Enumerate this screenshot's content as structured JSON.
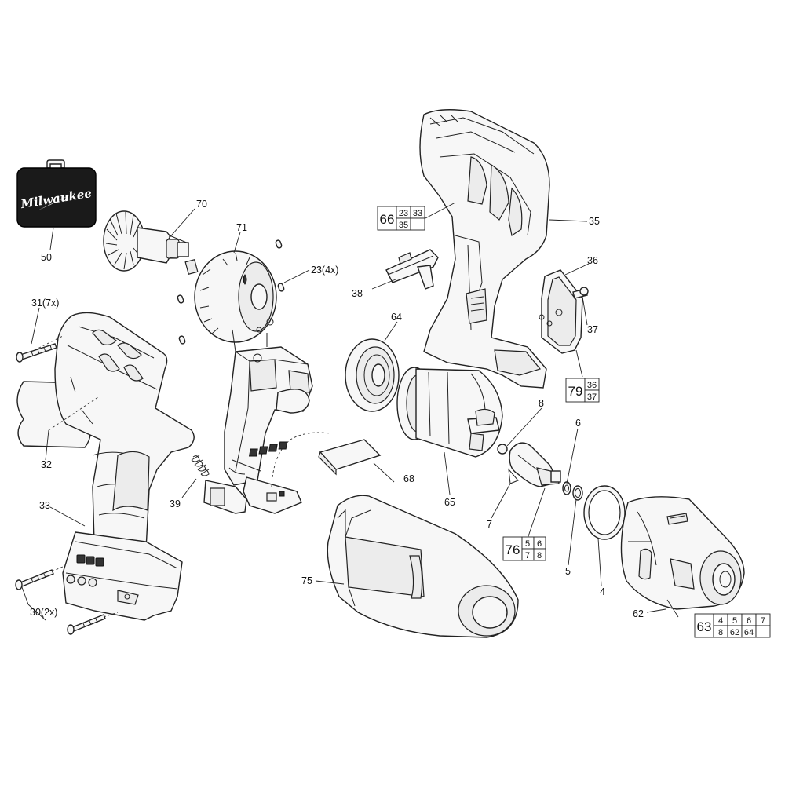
{
  "logo": {
    "text": "Milwaukee"
  },
  "callouts": [
    {
      "id": "c50",
      "text": "50"
    },
    {
      "id": "c70",
      "text": "70"
    },
    {
      "id": "c71",
      "text": "71"
    },
    {
      "id": "c23",
      "text": "23(4x)"
    },
    {
      "id": "c31",
      "text": "31(7x)"
    },
    {
      "id": "c32",
      "text": "32"
    },
    {
      "id": "c39",
      "text": "39"
    },
    {
      "id": "c33",
      "text": "33"
    },
    {
      "id": "c30",
      "text": "30(2x)"
    },
    {
      "id": "c38",
      "text": "38"
    },
    {
      "id": "c64",
      "text": "64"
    },
    {
      "id": "c35",
      "text": "35"
    },
    {
      "id": "c36",
      "text": "36"
    },
    {
      "id": "c37",
      "text": "37"
    },
    {
      "id": "c8",
      "text": "8"
    },
    {
      "id": "c6",
      "text": "6"
    },
    {
      "id": "c68",
      "text": "68"
    },
    {
      "id": "c65",
      "text": "65"
    },
    {
      "id": "c7",
      "text": "7"
    },
    {
      "id": "c5",
      "text": "5"
    },
    {
      "id": "c4",
      "text": "4"
    },
    {
      "id": "c75",
      "text": "75"
    },
    {
      "id": "c62",
      "text": "62"
    }
  ],
  "kits": {
    "k66": {
      "main": "66",
      "items": [
        "23",
        "33",
        "35"
      ]
    },
    "k79": {
      "main": "79",
      "items": [
        "36",
        "37"
      ]
    },
    "k76": {
      "main": "76",
      "items": [
        "5",
        "6",
        "7",
        "8"
      ]
    },
    "k63": {
      "main": "63",
      "items": [
        "4",
        "5",
        "6",
        "7",
        "8",
        "62",
        "64"
      ]
    }
  }
}
